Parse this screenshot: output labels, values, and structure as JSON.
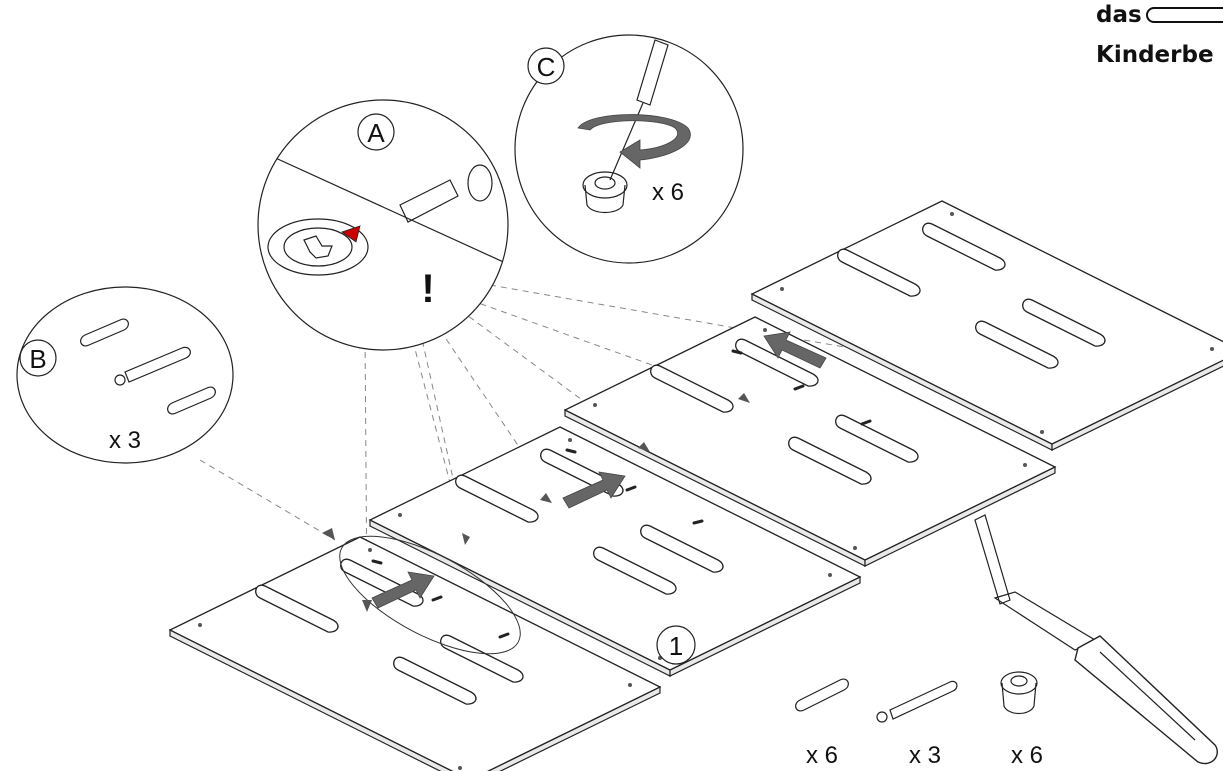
{
  "brand": {
    "line1": "das",
    "line2": "Kinderbe"
  },
  "callouts": {
    "a": "A",
    "b": "B",
    "c": "C",
    "warning": "!",
    "step": "1"
  },
  "quantities": {
    "callout_b": "x 3",
    "callout_c": "x 6"
  },
  "parts": [
    {
      "name": "wooden dowel",
      "qty": "x 6"
    },
    {
      "name": "connector bolt",
      "qty": "x 3"
    },
    {
      "name": "cam lock",
      "qty": "x 6"
    }
  ],
  "icons": {
    "screwdriver": "screwdriver-icon",
    "arrow": "assembly-arrow-icon",
    "rotation": "rotation-arrow-icon"
  },
  "colors": {
    "accent": "#cc0000",
    "arrow": "#666666"
  }
}
